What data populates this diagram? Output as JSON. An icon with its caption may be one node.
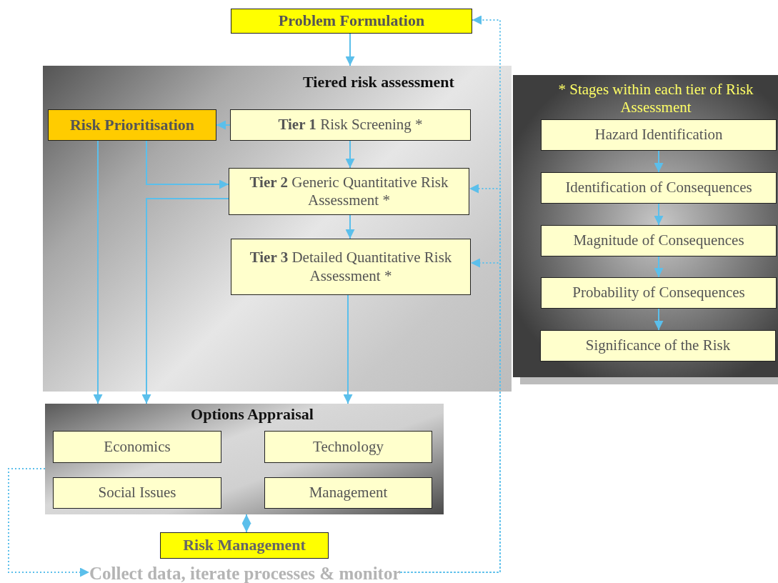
{
  "diagram": {
    "nodes": [
      {
        "text": [
          "Problem Formulation"
        ]
      },
      {
        "text": [
          "Tiered risk assessment"
        ]
      },
      {
        "text": [
          "Risk Prioritisation"
        ],
        "in": 1
      },
      {
        "text": [
          "**Tier 1** Risk Screening *"
        ],
        "in": 1
      },
      {
        "text": [
          "**Tier 2** Generic Quantitative Risk Assessment *"
        ],
        "in": 1
      },
      {
        "text": [
          "**Tier 3** Detailed Quantitative Risk Assessment *"
        ],
        "in": 1
      },
      {
        "text": [
          "* Stages within each tier of Risk Assessment"
        ]
      },
      {
        "text": [
          "Hazard Identification"
        ],
        "in": 6
      },
      {
        "text": [
          "Identification of Consequences"
        ],
        "in": 6
      },
      {
        "text": [
          "Magnitude of Consequences"
        ],
        "in": 6
      },
      {
        "text": [
          "Probability of Consequences"
        ],
        "in": 6
      },
      {
        "text": [
          "Significance of the Risk"
        ],
        "in": 6
      },
      {
        "text": [
          "Options Appraisal"
        ]
      },
      {
        "text": [
          "Economics"
        ],
        "in": 12
      },
      {
        "text": [
          "Technology"
        ],
        "in": 12
      },
      {
        "text": [
          "Social Issues"
        ],
        "in": 12
      },
      {
        "text": [
          "Management"
        ],
        "in": 12
      },
      {
        "text": [
          "Risk Management"
        ]
      },
      {
        "text": [
          "Collect data, iterate processes & monitor"
        ]
      }
    ],
    "edges": [
      {
        "from": 0,
        "to": 1,
        "arrow": "to"
      },
      {
        "from": 3,
        "to": 2,
        "arrow": "to"
      },
      {
        "from": 3,
        "to": 4,
        "arrow": "to"
      },
      {
        "from": 4,
        "to": 5,
        "arrow": "to"
      },
      {
        "from": 2,
        "to": 4,
        "arrow": "to"
      },
      {
        "from": 2,
        "to": 12,
        "arrow": "to"
      },
      {
        "from": 4,
        "to": 12,
        "arrow": "to"
      },
      {
        "from": 5,
        "to": 12,
        "arrow": "to"
      },
      {
        "from": 7,
        "to": 8,
        "arrow": "to"
      },
      {
        "from": 8,
        "to": 9,
        "arrow": "to"
      },
      {
        "from": 9,
        "to": 10,
        "arrow": "to"
      },
      {
        "from": 10,
        "to": 11,
        "arrow": "to"
      },
      {
        "from": 12,
        "to": 17,
        "arrow": "both"
      },
      {
        "from": 12,
        "to": 18,
        "arrow": "to",
        "style": "dashed"
      },
      {
        "from": 18,
        "to": 0,
        "arrow": "to",
        "style": "dashed"
      },
      {
        "from": 18,
        "to": 4,
        "arrow": "to",
        "style": "dashed"
      },
      {
        "from": 18,
        "to": 5,
        "arrow": "to",
        "style": "dashed"
      }
    ]
  }
}
